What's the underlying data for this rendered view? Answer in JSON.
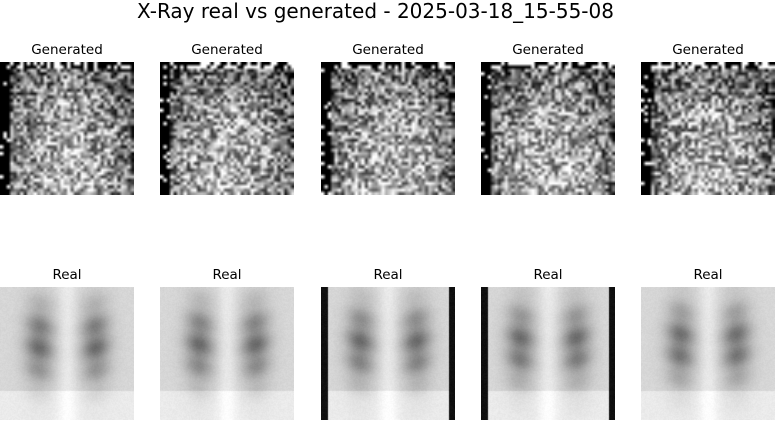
{
  "figure": {
    "title": "X-Ray real vs generated - 2025-03-18_15-55-08"
  },
  "rows": [
    {
      "kind": "generated",
      "panels": [
        {
          "title": "Generated",
          "image": "generated-noisy-xray"
        },
        {
          "title": "Generated",
          "image": "generated-noisy-xray"
        },
        {
          "title": "Generated",
          "image": "generated-noisy-xray"
        },
        {
          "title": "Generated",
          "image": "generated-noisy-xray"
        },
        {
          "title": "Generated",
          "image": "generated-noisy-xray"
        }
      ]
    },
    {
      "kind": "real",
      "panels": [
        {
          "title": "Real",
          "image": "chest-xray"
        },
        {
          "title": "Real",
          "image": "chest-xray"
        },
        {
          "title": "Real",
          "image": "chest-xray"
        },
        {
          "title": "Real",
          "image": "chest-xray"
        },
        {
          "title": "Real",
          "image": "chest-xray"
        }
      ]
    }
  ]
}
